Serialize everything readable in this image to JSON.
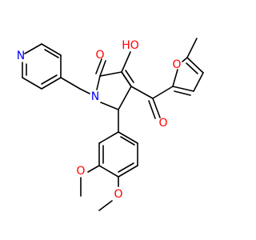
{
  "molecule": {
    "colors": {
      "bond": "#000000",
      "oxygen": "#ff0000",
      "nitrogen": "#0000ff",
      "background": "#ffffff"
    },
    "labels": {
      "hydroxyl": "HO",
      "carbonyl_ring": "O",
      "carbonyl_ketone": "O",
      "furan_oxygen": "O",
      "ring_nitrogen": "N",
      "pyridine_nitrogen": "N",
      "methoxy_upper": "O",
      "methoxy_lower": "O"
    }
  }
}
